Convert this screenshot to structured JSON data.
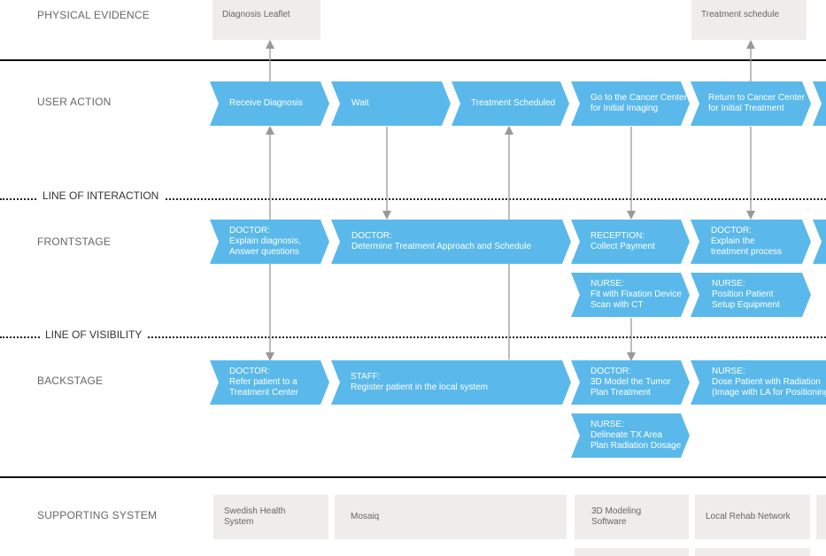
{
  "lanes": {
    "physical_evidence": "PHYSICAL EVIDENCE",
    "user_action": "USER ACTION",
    "frontstage": "FRONTSTAGE",
    "backstage": "BACKSTAGE",
    "supporting_system": "SUPPORTING SYSTEM"
  },
  "lines": {
    "interaction": "LINE OF INTERACTION",
    "visibility": "LINE OF VISIBILITY"
  },
  "evidence": {
    "diagnosis_leaflet": "Diagnosis Leaflet",
    "treatment_schedule": "Treatment schedule"
  },
  "user_actions": [
    {
      "text": "Receive Diagnosis"
    },
    {
      "text": "Wait"
    },
    {
      "text": "Treatment Scheduled"
    },
    {
      "l1": "Go to the Cancer Center",
      "l2": "for Initial Imaging"
    },
    {
      "l1": "Return to Cancer Center",
      "l2": "for Initial Treatment"
    }
  ],
  "frontstage": [
    {
      "role": "DOCTOR:",
      "l1": "Explain diagnosis,",
      "l2": "Answer questions"
    },
    {
      "role": "DOCTOR:",
      "l1": "Determine Treatment Approach and Schedule"
    },
    {
      "role": "RECEPTION:",
      "l1": "Collect Payment"
    },
    {
      "role": "DOCTOR:",
      "l1": "Explain the",
      "l2": "treatment process"
    },
    {
      "role": "NURSE:",
      "l1": "Fit with Fixation Device",
      "l2": "Scan with CT"
    },
    {
      "role": "NURSE:",
      "l1": "Position Patient",
      "l2": "Setup Equipment"
    }
  ],
  "backstage": [
    {
      "role": "DOCTOR:",
      "l1": "Refer patient to a",
      "l2": "Treatment Center"
    },
    {
      "role": "STAFF:",
      "l1": "Register patient in the local system"
    },
    {
      "role": "DOCTOR:",
      "l1": "3D Model the Tumor",
      "l2": "Plan Treatment"
    },
    {
      "role": "NURSE:",
      "l1": "Dose Patient with Radiation",
      "l2": "(Image with LA for Positioning"
    },
    {
      "role": "NURSE:",
      "l1": "Delineate TX Area",
      "l2": "Plan Radiation Dosage"
    }
  ],
  "supporting": [
    {
      "l1": "Swedish Health",
      "l2": "System"
    },
    {
      "l1": "Mosaiq"
    },
    {
      "l1": "3D Modeling Software"
    },
    {
      "l1": "Local Rehab Network"
    }
  ],
  "colors": {
    "step": "#5ab9ea",
    "evidence_box": "#eeedeb",
    "connector": "#999999"
  }
}
